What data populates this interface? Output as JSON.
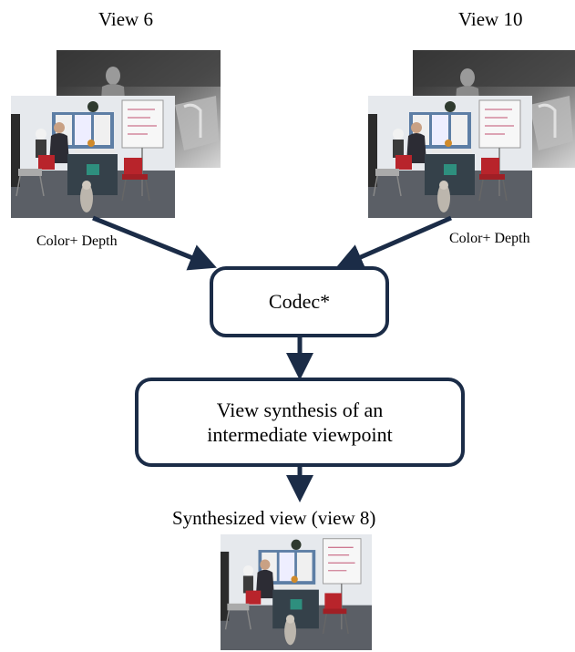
{
  "views": {
    "left": {
      "title": "View 6",
      "caption": "Color+ Depth"
    },
    "right": {
      "title": "View 10",
      "caption": "Color+ Depth"
    }
  },
  "codec": {
    "label": "Codec*"
  },
  "synthesis": {
    "line1": "View synthesis of an",
    "line2": "intermediate viewpoint"
  },
  "output": {
    "title": "Synthesized view (view 8)"
  },
  "colors": {
    "arrow": "#1b2c47",
    "box_border": "#1b2c47"
  },
  "icons": [
    "depth-map-image",
    "color-image",
    "arrow-icon"
  ]
}
